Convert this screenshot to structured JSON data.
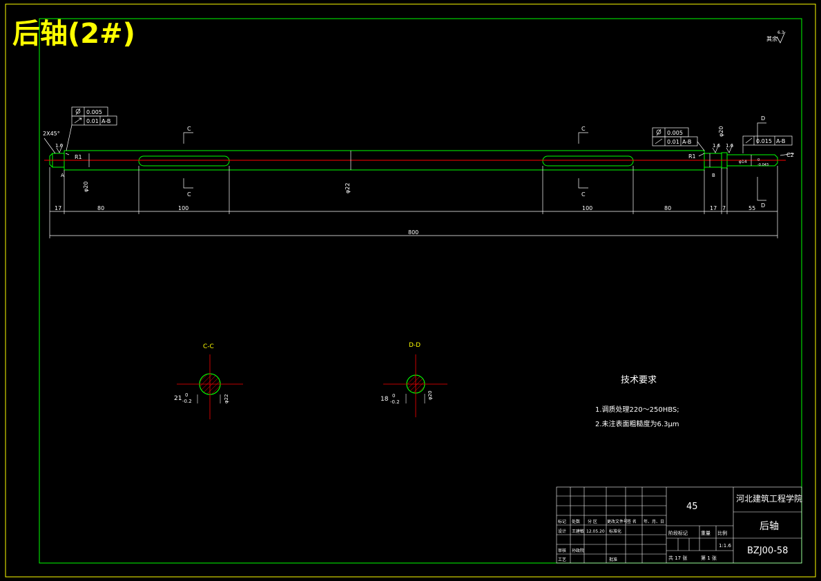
{
  "title": "后轴(2#)",
  "roughness_global": {
    "label": "其余",
    "value": "6.3"
  },
  "colors": {
    "frame": "#ffff00",
    "outline": "#00ff00",
    "dim": "#ffffff",
    "center": "#ff0000",
    "hatch": "#ff0000",
    "section_label": "#ffff00"
  },
  "shaft": {
    "chamfer_left": "2X45°",
    "chamfer_right": "C2",
    "fillet_left": "R1",
    "fillet_right": "R1",
    "dia_left": "φ20",
    "dia_main": "φ22",
    "dia_right": "φ20",
    "dia_right_end": "φ14",
    "tol_right_end_upper": "0",
    "tol_right_end_lower": "-0.043",
    "roughness_left": "1.6",
    "roughness_right_a": "1.6",
    "roughness_right_b": "1.6",
    "datum_a": "A",
    "datum_b": "B"
  },
  "tolerances": {
    "left_cyl": "0.005",
    "left_runout": "0.01",
    "left_runout_ref": "A-B",
    "right_cyl": "0.005",
    "right_runout": "0.01",
    "right_runout_ref": "A-B",
    "end_runout": "0.015",
    "end_runout_ref": "A-B"
  },
  "dimensions": {
    "d17_left": "17",
    "d80_left": "80",
    "d100_left": "100",
    "d100_right": "100",
    "d80_right": "80",
    "d17_right": "17",
    "d7": "7",
    "d55": "55",
    "d800": "800"
  },
  "section_marks": {
    "c": "C",
    "d": "D"
  },
  "sections": [
    {
      "label": "C-C",
      "dim": "21",
      "tol_upper": "0",
      "tol_lower": "-0.2",
      "dia": "φ22"
    },
    {
      "label": "D-D",
      "dim": "18",
      "tol_upper": "0",
      "tol_lower": "-0.2",
      "dia": "φ20"
    }
  ],
  "tech": {
    "heading": "技术要求",
    "items": [
      "1.调质处理220～250HBS;",
      "2.未注表面粗糙度为6.3μm"
    ]
  },
  "title_block": {
    "material": "45",
    "school": "河北建筑工程学院",
    "part_name": "后轴",
    "drawing_no": "BZJ00-58",
    "scale": "1:1.6",
    "row_headers": [
      "标记",
      "处数",
      "分 区",
      "更改文件号",
      "签 名",
      "年、月、日"
    ],
    "design_label": "设计",
    "designer": "王建敏",
    "design_date": "12.05.20",
    "std_label": "标准化",
    "review_label": "审核",
    "reviewer": "孙政院",
    "process_label": "工艺",
    "approve_label": "批准",
    "stage_label": "阶段标记",
    "weight_label": "重量",
    "ratio_label": "比例",
    "sheets_total": "共 17 张",
    "sheet_no": "第 1 张"
  }
}
